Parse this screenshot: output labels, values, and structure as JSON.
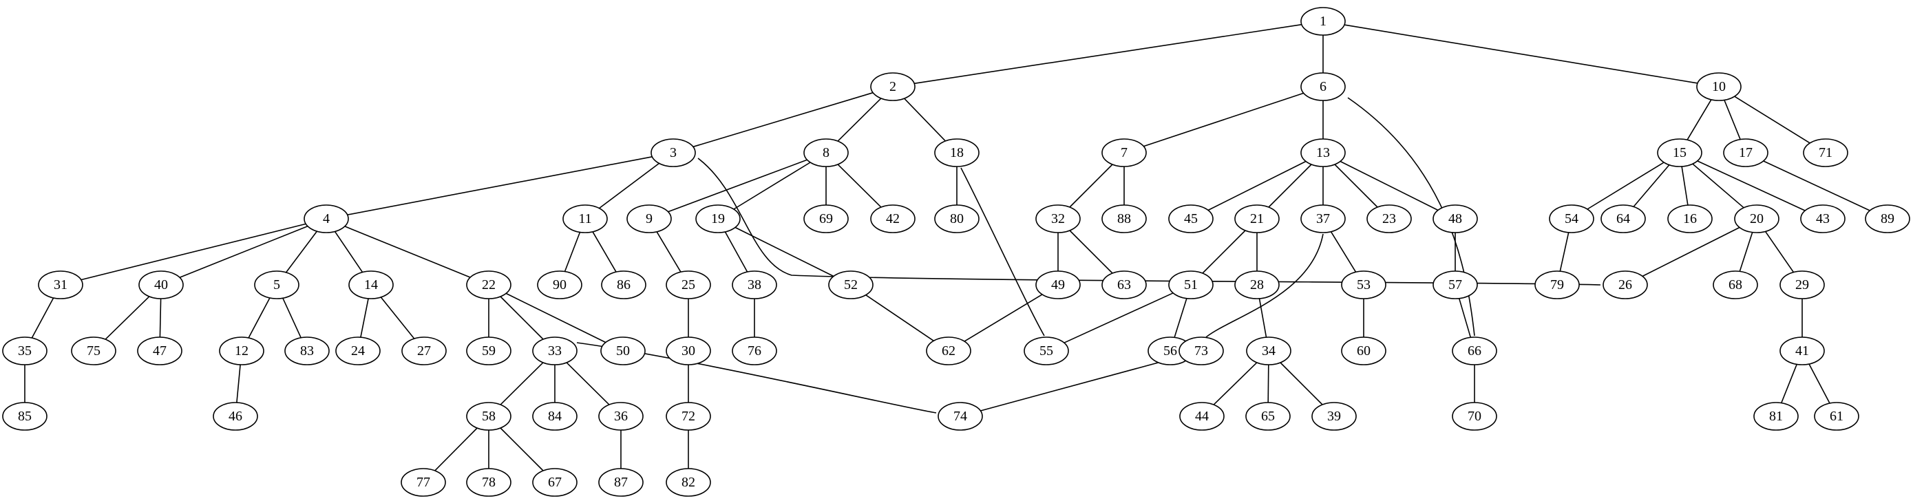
{
  "graph": {
    "type": "tree",
    "nodes": [
      "1",
      "2",
      "6",
      "10",
      "3",
      "8",
      "18",
      "7",
      "13",
      "15",
      "17",
      "71",
      "4",
      "11",
      "9",
      "19",
      "69",
      "42",
      "80",
      "32",
      "88",
      "45",
      "21",
      "37",
      "23",
      "48",
      "54",
      "64",
      "16",
      "20",
      "43",
      "89",
      "31",
      "40",
      "5",
      "14",
      "22",
      "90",
      "86",
      "25",
      "38",
      "52",
      "49",
      "63",
      "51",
      "28",
      "53",
      "57",
      "79",
      "26",
      "68",
      "29",
      "35",
      "75",
      "47",
      "12",
      "83",
      "24",
      "27",
      "59",
      "33",
      "50",
      "30",
      "76",
      "62",
      "55",
      "56",
      "73",
      "34",
      "60",
      "66",
      "41",
      "85",
      "46",
      "58",
      "84",
      "36",
      "74",
      "72",
      "44",
      "65",
      "39",
      "70",
      "81",
      "61",
      "77",
      "78",
      "67",
      "87",
      "82"
    ],
    "edges": [
      [
        "1",
        "2"
      ],
      [
        "1",
        "6"
      ],
      [
        "1",
        "10"
      ],
      [
        "2",
        "3"
      ],
      [
        "2",
        "8"
      ],
      [
        "2",
        "18"
      ],
      [
        "6",
        "7"
      ],
      [
        "6",
        "13"
      ],
      [
        "6",
        "66"
      ],
      [
        "10",
        "15"
      ],
      [
        "10",
        "17"
      ],
      [
        "10",
        "71"
      ],
      [
        "3",
        "4"
      ],
      [
        "3",
        "11"
      ],
      [
        "3",
        "26"
      ],
      [
        "8",
        "9"
      ],
      [
        "8",
        "19"
      ],
      [
        "8",
        "69"
      ],
      [
        "8",
        "42"
      ],
      [
        "18",
        "80"
      ],
      [
        "18",
        "55"
      ],
      [
        "7",
        "32"
      ],
      [
        "7",
        "88"
      ],
      [
        "13",
        "45"
      ],
      [
        "13",
        "21"
      ],
      [
        "13",
        "37"
      ],
      [
        "13",
        "23"
      ],
      [
        "13",
        "48"
      ],
      [
        "15",
        "54"
      ],
      [
        "15",
        "64"
      ],
      [
        "15",
        "16"
      ],
      [
        "15",
        "20"
      ],
      [
        "15",
        "43"
      ],
      [
        "17",
        "89"
      ],
      [
        "4",
        "31"
      ],
      [
        "4",
        "40"
      ],
      [
        "4",
        "5"
      ],
      [
        "4",
        "14"
      ],
      [
        "4",
        "22"
      ],
      [
        "11",
        "90"
      ],
      [
        "11",
        "86"
      ],
      [
        "9",
        "25"
      ],
      [
        "19",
        "38"
      ],
      [
        "19",
        "52"
      ],
      [
        "32",
        "49"
      ],
      [
        "32",
        "63"
      ],
      [
        "21",
        "51"
      ],
      [
        "21",
        "28"
      ],
      [
        "37",
        "53"
      ],
      [
        "37",
        "73"
      ],
      [
        "48",
        "57"
      ],
      [
        "54",
        "79"
      ],
      [
        "20",
        "26"
      ],
      [
        "20",
        "68"
      ],
      [
        "20",
        "29"
      ],
      [
        "31",
        "35"
      ],
      [
        "40",
        "75"
      ],
      [
        "40",
        "47"
      ],
      [
        "5",
        "12"
      ],
      [
        "5",
        "83"
      ],
      [
        "14",
        "24"
      ],
      [
        "14",
        "27"
      ],
      [
        "22",
        "59"
      ],
      [
        "22",
        "33"
      ],
      [
        "22",
        "50"
      ],
      [
        "25",
        "30"
      ],
      [
        "38",
        "76"
      ],
      [
        "52",
        "62"
      ],
      [
        "49",
        "62"
      ],
      [
        "51",
        "55"
      ],
      [
        "51",
        "56"
      ],
      [
        "28",
        "34"
      ],
      [
        "53",
        "60"
      ],
      [
        "57",
        "66"
      ],
      [
        "29",
        "41"
      ],
      [
        "35",
        "85"
      ],
      [
        "12",
        "46"
      ],
      [
        "33",
        "58"
      ],
      [
        "33",
        "84"
      ],
      [
        "33",
        "36"
      ],
      [
        "33",
        "74"
      ],
      [
        "30",
        "72"
      ],
      [
        "73",
        "74"
      ],
      [
        "34",
        "44"
      ],
      [
        "34",
        "65"
      ],
      [
        "34",
        "39"
      ],
      [
        "66",
        "70"
      ],
      [
        "41",
        "81"
      ],
      [
        "41",
        "61"
      ],
      [
        "58",
        "77"
      ],
      [
        "58",
        "78"
      ],
      [
        "58",
        "67"
      ],
      [
        "36",
        "87"
      ],
      [
        "72",
        "82"
      ]
    ]
  }
}
